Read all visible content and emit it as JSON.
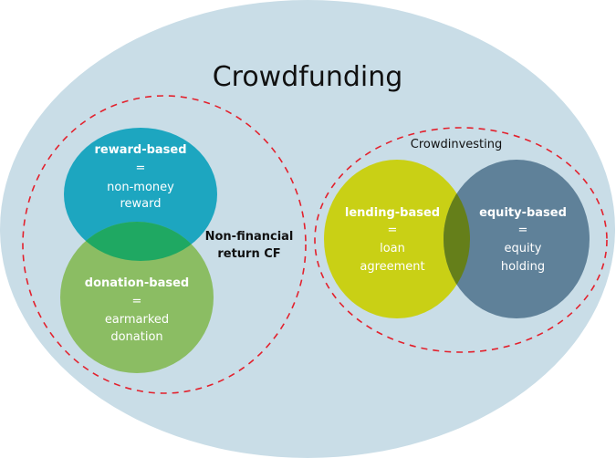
{
  "title": "Crowdfunding",
  "groups": {
    "non_financial": {
      "label_line1": "Non-financial",
      "label_line2": "return CF"
    },
    "crowdinvesting": {
      "label": "Crowdinvesting"
    }
  },
  "circles": {
    "reward": {
      "name": "reward-based",
      "eq": "=",
      "line1": "non-money",
      "line2": "reward"
    },
    "donation": {
      "name": "donation-based",
      "eq": "=",
      "line1": "earmarked",
      "line2": "donation"
    },
    "lending": {
      "name": "lending-based",
      "eq": "=",
      "line1": "loan",
      "line2": "agreement"
    },
    "equity": {
      "name": "equity-based",
      "eq": "=",
      "line1": "equity",
      "line2": "holding"
    }
  },
  "colors": {
    "background": "#c9dde7",
    "reward": "#1da6c0",
    "donation": "#8bbd63",
    "reward_donation_overlap": "#1fa862",
    "lending": "#c9d015",
    "equity": "#5f8199",
    "lending_equity_overlap": "#657f1a",
    "dashed": "#e3212d"
  }
}
